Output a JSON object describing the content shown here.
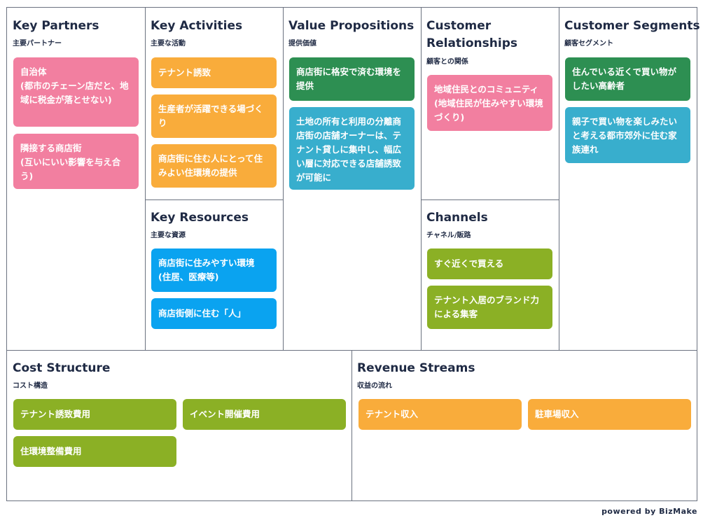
{
  "colors": {
    "pink": "#f27fa0",
    "orange": "#f9ac3b",
    "green": "#2d8f52",
    "teal": "#38aecd",
    "blue": "#0aa3f0",
    "lime": "#8bb025",
    "text": "#1f2a44",
    "border": "#6b7280"
  },
  "key_partners": {
    "title": "Key Partners",
    "subtitle": "主要パートナー",
    "notes": [
      {
        "text": "自治体\n(都市のチェーン店だと、地域に税金が落とせない)"
      },
      {
        "text": "隣接する商店街\n(互いにいい影響を与え合う)"
      }
    ]
  },
  "key_activities": {
    "title": "Key Activities",
    "subtitle": "主要な活動",
    "notes": [
      {
        "text": "テナント誘致"
      },
      {
        "text": "生産者が活躍できる場づくり"
      },
      {
        "text": "商店街に住む人にとって住みよい住環境の提供"
      }
    ]
  },
  "key_resources": {
    "title": "Key Resources",
    "subtitle": "主要な資源",
    "notes": [
      {
        "text": "商店街に住みやすい環境\n(住居、医療等)"
      },
      {
        "text": "商店街側に住む「人」"
      }
    ]
  },
  "value_propositions": {
    "title": "Value Propositions",
    "subtitle": "提供価値",
    "notes": [
      {
        "text": "商店街に格安で済む環境を提供"
      },
      {
        "text": "土地の所有と利用の分離商店街の店舗オーナーは、テナント貸しに集中し、幅広い層に対応できる店舗誘致が可能に"
      }
    ]
  },
  "customer_relationships": {
    "title": "Customer Relationships",
    "subtitle": "顧客との関係",
    "notes": [
      {
        "text": "地域住民とのコミュニティ(地域住民が住みやすい環境づくり)"
      }
    ]
  },
  "channels": {
    "title": "Channels",
    "subtitle": "チャネル/販路",
    "notes": [
      {
        "text": "すぐ近くで買える"
      },
      {
        "text": "テナント入居のブランド力による集客"
      }
    ]
  },
  "customer_segments": {
    "title": "Customer Segments",
    "subtitle": "顧客セグメント",
    "notes": [
      {
        "text": "住んでいる近くで買い物がしたい高齢者"
      },
      {
        "text": "親子で買い物を楽しみたいと考える都市郊外に住む家族連れ"
      }
    ]
  },
  "cost_structure": {
    "title": "Cost Structure",
    "subtitle": "コスト構造",
    "notes": [
      {
        "text": "テナント誘致費用"
      },
      {
        "text": "イベント開催費用"
      },
      {
        "text": "住環境整備費用"
      }
    ]
  },
  "revenue_streams": {
    "title": "Revenue Streams",
    "subtitle": "収益の流れ",
    "notes": [
      {
        "text": "テナント収入"
      },
      {
        "text": "駐車場収入"
      }
    ]
  },
  "footer": {
    "text": "powered by BizMake"
  }
}
